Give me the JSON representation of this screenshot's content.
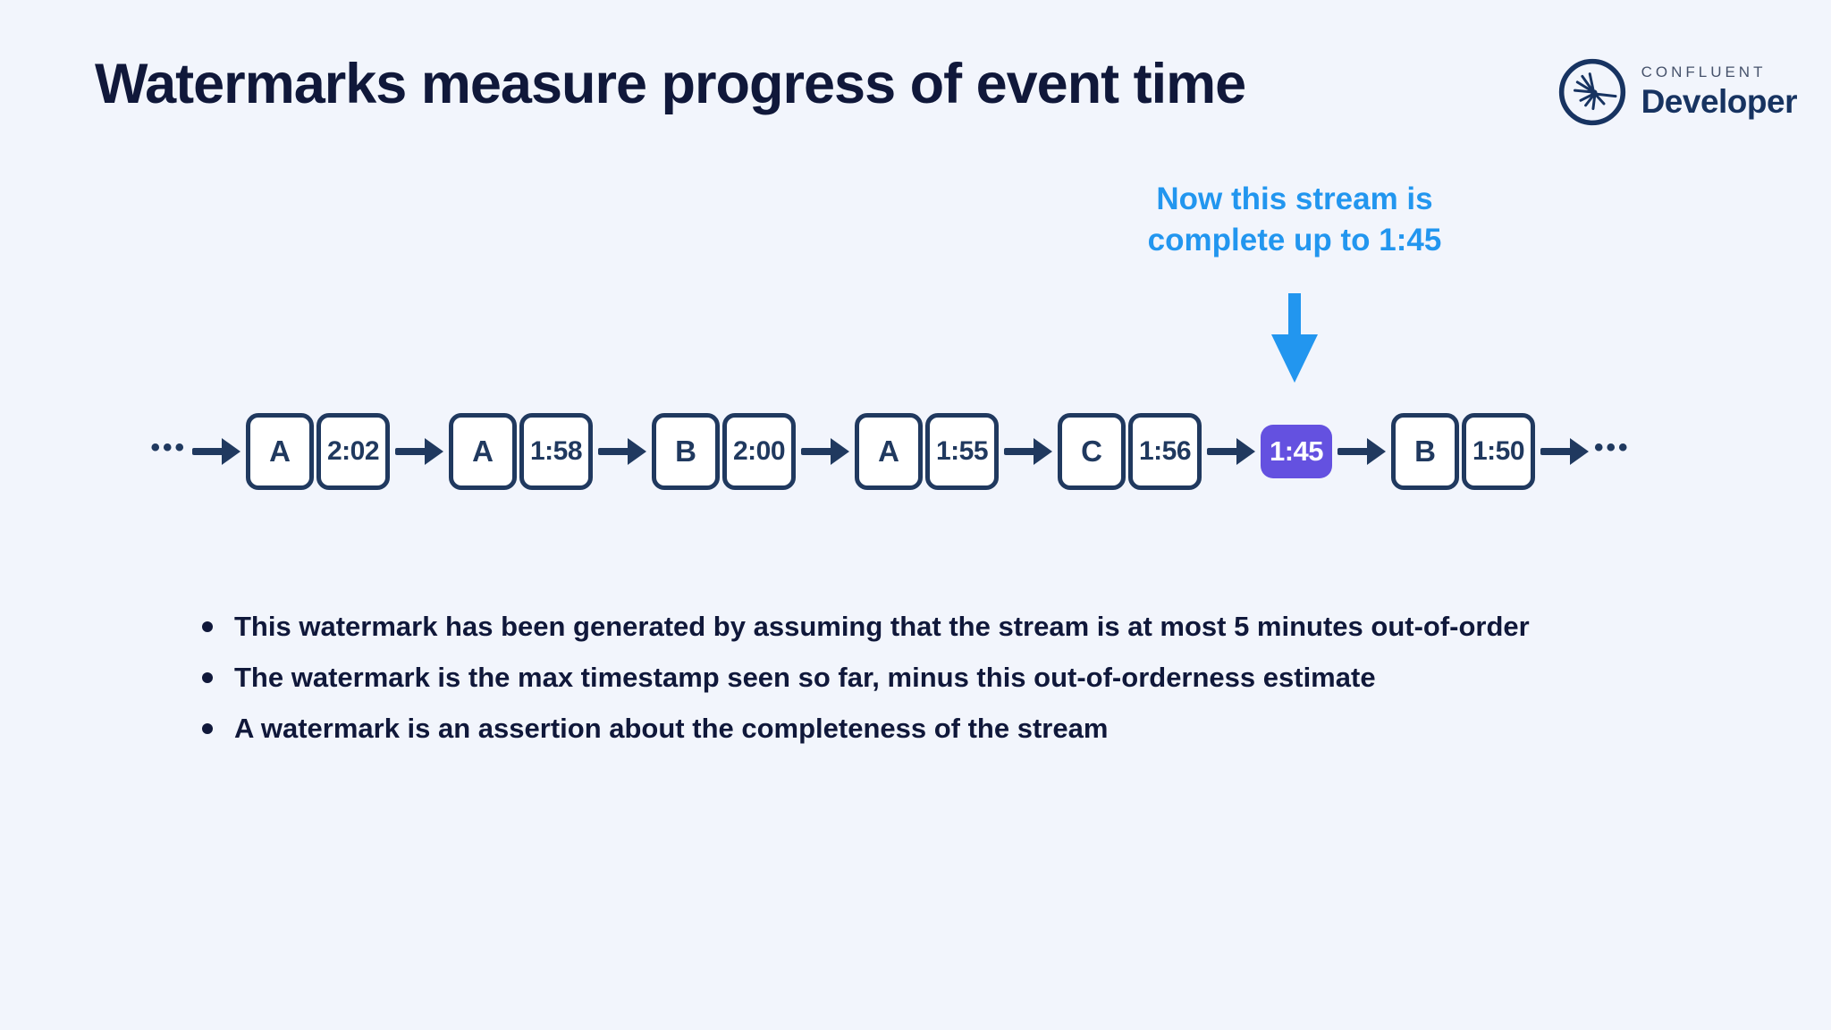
{
  "slide": {
    "title": "Watermarks measure progress of event time"
  },
  "logo": {
    "brand": "CONFLUENT",
    "product": "Developer",
    "icon": "confluent-spark-icon"
  },
  "annotation": {
    "line1": "Now this stream is",
    "line2": "complete up to 1:45",
    "arrow_icon": "down-arrow-icon"
  },
  "stream": {
    "leading_ellipsis": "•••",
    "trailing_ellipsis": "•••",
    "events": [
      {
        "key": "A",
        "time": "2:02"
      },
      {
        "key": "A",
        "time": "1:58"
      },
      {
        "key": "B",
        "time": "2:00"
      },
      {
        "key": "A",
        "time": "1:55"
      },
      {
        "key": "C",
        "time": "1:56"
      }
    ],
    "watermark": {
      "time": "1:45"
    },
    "tail_event": {
      "key": "B",
      "time": "1:50"
    }
  },
  "bullets": [
    "This watermark has been generated by assuming that the stream is at most 5 minutes out-of-order",
    "The watermark is the max timestamp seen so far, minus this out-of-orderness estimate",
    "A watermark is an assertion about the completeness of the stream"
  ],
  "colors": {
    "bg": "#f2f5fc",
    "navy": "#20395f",
    "dark": "#10183a",
    "blue": "#2296ef",
    "purple": "#6451e0",
    "logo-navy": "#173361",
    "logo-gray": "#46526b"
  }
}
